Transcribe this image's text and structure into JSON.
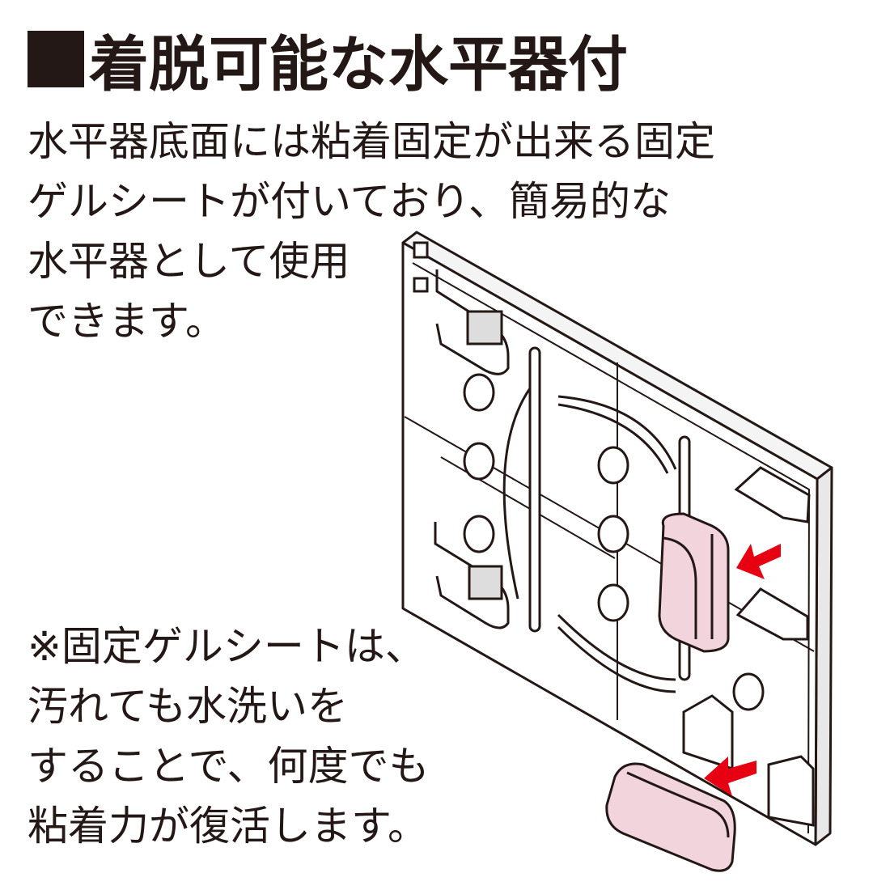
{
  "title": {
    "text": "着脱可能な水平器付"
  },
  "description": {
    "lines": [
      "水平器底面には粘着固定が出来る固定",
      "ゲルシートが付いており、簡易的な",
      "水平器として使用",
      "できます。"
    ]
  },
  "note": {
    "lines": [
      "※固定ゲルシートは、",
      "汚れても水洗いを",
      "することで、何度でも",
      "粘着力が復活します。"
    ]
  },
  "colors": {
    "text": "#231815",
    "level_pink": "#f2d4dd",
    "arrow_red": "#e60012",
    "panel": "#ffffff",
    "outline": "#231815"
  },
  "icons": {
    "title_marker": "black-square",
    "arrows": "red-arrow"
  }
}
